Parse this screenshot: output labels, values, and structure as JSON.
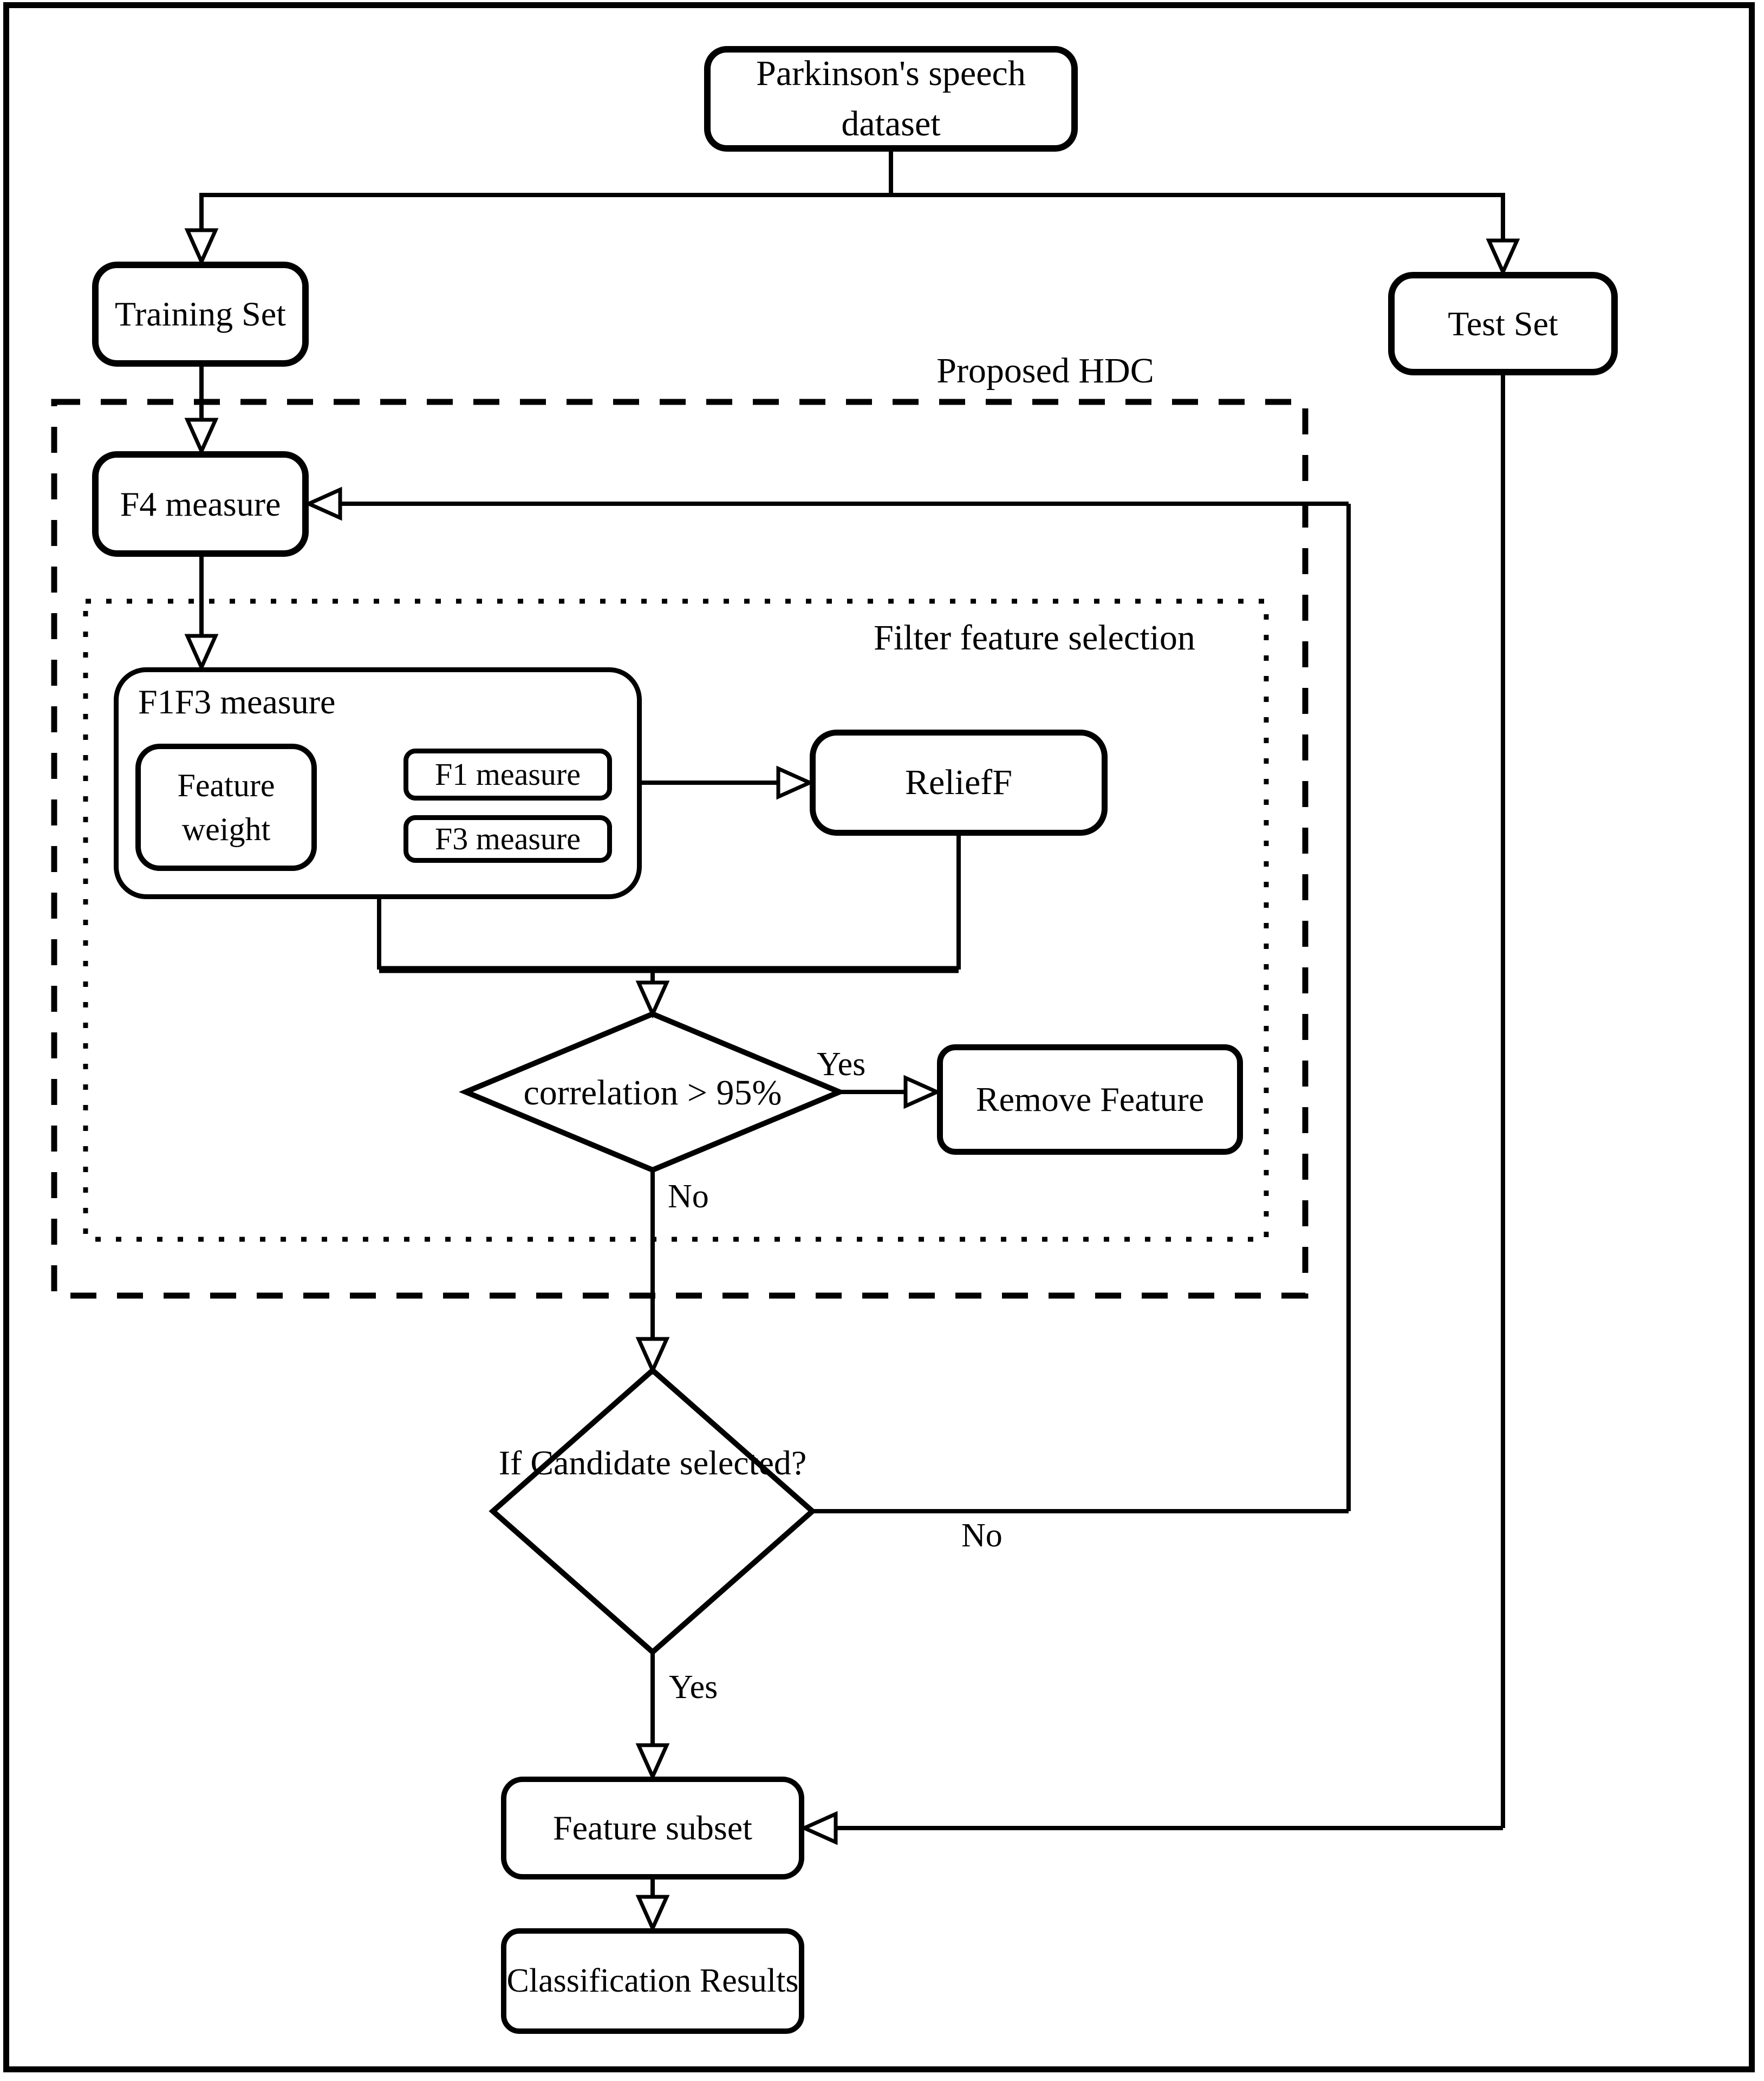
{
  "nodes": {
    "dataset": {
      "label": "Parkinson's speech dataset"
    },
    "training_set": {
      "label": "Training Set"
    },
    "test_set": {
      "label": "Test Set"
    },
    "f4_measure": {
      "label": "F4 measure"
    },
    "f1f3_measure": {
      "label": "F1F3 measure"
    },
    "feature_weight": {
      "label": "Feature weight"
    },
    "f1_measure": {
      "label": "F1 measure"
    },
    "f3_measure": {
      "label": "F3 measure"
    },
    "relieff": {
      "label": "ReliefF"
    },
    "correlation": {
      "label": "correlation > 95%"
    },
    "remove_feature": {
      "label": "Remove Feature"
    },
    "candidate": {
      "label": "If Candidate selected?"
    },
    "feature_subset": {
      "label": "Feature subset"
    },
    "classification": {
      "label": "Classification Results"
    }
  },
  "labels": {
    "proposed_hdc": "Proposed HDC",
    "filter_feature_selection": "Filter feature selection",
    "yes_correlation": "Yes",
    "no_correlation": "No",
    "no_candidate": "No",
    "yes_candidate": "Yes"
  },
  "colors": {
    "line": "#000000",
    "background": "#ffffff"
  }
}
